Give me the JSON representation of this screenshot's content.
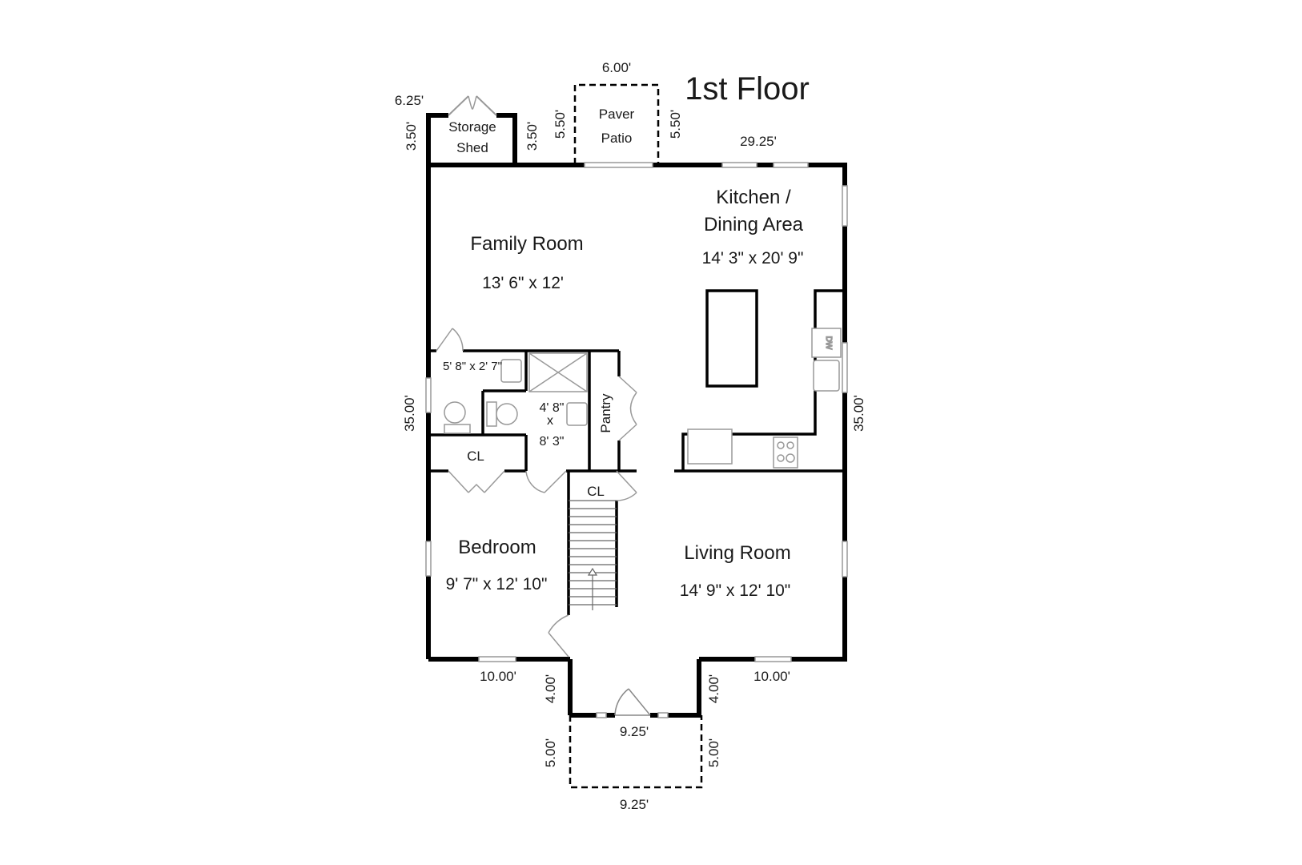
{
  "title": "1st Floor",
  "rooms": {
    "family_room": {
      "name": "Family Room",
      "size": "13' 6\" x 12'"
    },
    "kitchen": {
      "name_line1": "Kitchen /",
      "name_line2": "Dining Area",
      "size": "14' 3\" x 20' 9\""
    },
    "bedroom": {
      "name": "Bedroom",
      "size": "9' 7\" x 12' 10\""
    },
    "living_room": {
      "name": "Living Room",
      "size": "14' 9\" x 12' 10\""
    },
    "half_bath": {
      "size": "5' 8\" x 2' 7\""
    },
    "full_bath": {
      "size_line1": "4' 8\"",
      "size_line2": "x",
      "size_line3": "8' 3\""
    },
    "pantry": {
      "name": "Pantry"
    },
    "closet_bedroom": {
      "name": "CL"
    },
    "closet_stairs": {
      "name": "CL"
    },
    "storage_shed": {
      "name_line1": "Storage",
      "name_line2": "Shed"
    },
    "paver_patio": {
      "name_line1": "Paver",
      "name_line2": "Patio"
    },
    "dishwasher": {
      "label": "DW"
    }
  },
  "dimensions": {
    "shed_width": "6.25'",
    "shed_left": "3.50'",
    "shed_right": "3.50'",
    "patio_width": "6.00'",
    "patio_left": "5.50'",
    "patio_right": "5.50'",
    "top_width": "29.25'",
    "left_height": "35.00'",
    "right_height": "35.00'",
    "bottom_left": "10.00'",
    "bottom_right": "10.00'",
    "entry_left": "4.00'",
    "entry_right": "4.00'",
    "entry_width": "9.25'",
    "porch_left": "5.00'",
    "porch_right": "5.00'",
    "porch_width": "9.25'"
  }
}
